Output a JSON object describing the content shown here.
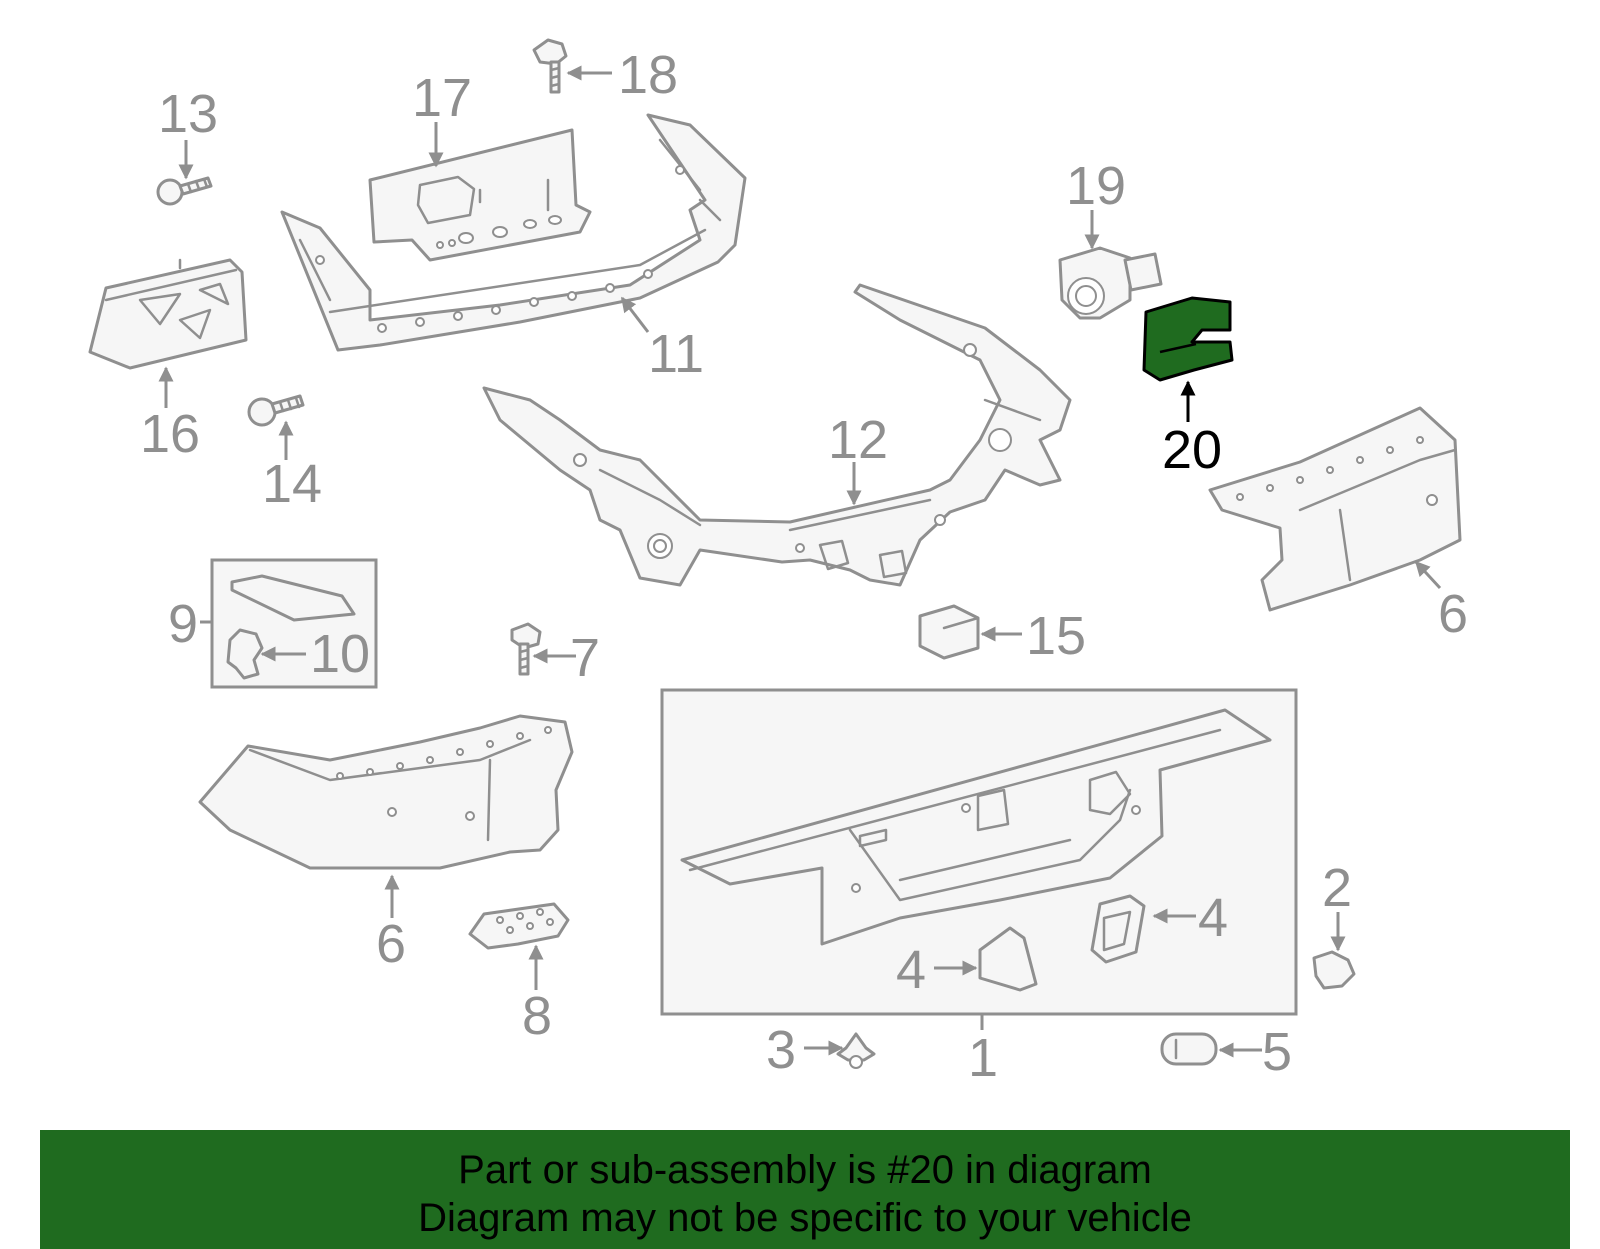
{
  "colors": {
    "highlight": "#1f6b1f",
    "part_outline": "#8f8f8f",
    "banner": "#1f6b1f"
  },
  "callouts": {
    "c1": "1",
    "c2": "2",
    "c3": "3",
    "c4a": "4",
    "c4b": "4",
    "c5": "5",
    "c6a": "6",
    "c6b": "6",
    "c7": "7",
    "c8": "8",
    "c9": "9",
    "c10": "10",
    "c11": "11",
    "c12": "12",
    "c13": "13",
    "c14": "14",
    "c15": "15",
    "c16": "16",
    "c17": "17",
    "c18": "18",
    "c19": "19",
    "c20": "20"
  },
  "highlighted_part": "20",
  "footer": {
    "line1": "Part or sub-assembly is #20 in diagram",
    "line2": "Diagram may not be specific to your vehicle"
  }
}
